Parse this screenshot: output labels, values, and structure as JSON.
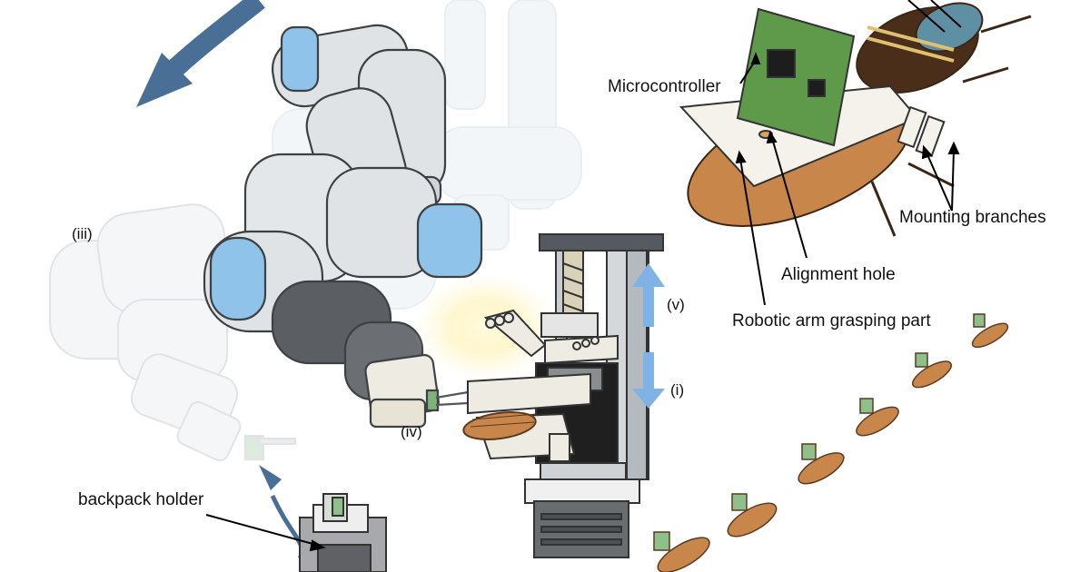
{
  "labels": {
    "iii": "(iii)",
    "iv": "(iv)",
    "v": "(v)",
    "i": "(i)",
    "microcontroller": "Microcontroller",
    "mounting_branches": "Mounting branches",
    "alignment_hole": "Alignment hole",
    "robotic_arm_grasping_part": "Robotic arm grasping part",
    "backpack_holder": "backpack holder"
  },
  "colors": {
    "arm_body": "#dfe3e6",
    "arm_joint_cap": "#8fc3ea",
    "arm_dark": "#5b5e62",
    "curve_arrow": "#4a6f96",
    "motion_arrow": "#7fb2e5",
    "insect_body": "#c9864a",
    "insect_dark": "#5b3a22",
    "pcb": "#5f9a4a",
    "chip": "#1d1d1d"
  }
}
